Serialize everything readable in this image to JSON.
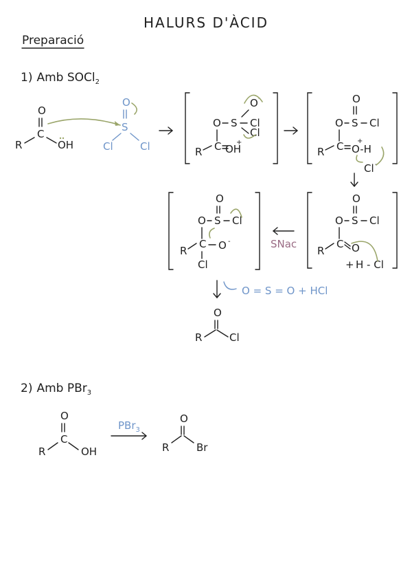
{
  "title": "HALURS D'ÀCID",
  "section": "Preparació",
  "s1": {
    "num": "1)",
    "label": "Amb SOCl",
    "sub": "2",
    "reactant": {
      "O": "O",
      "C": "C",
      "R": "R",
      "OH": "OH"
    },
    "socl2": {
      "O": "O",
      "S": "S",
      "Cl1": "Cl",
      "Cl2": "Cl"
    },
    "int1": {
      "Ominus": "O",
      "minus": "-",
      "O": "O",
      "S": "S",
      "Cl1": "Cl",
      "Cl2": "Cl",
      "R": "R",
      "C": "C",
      "OH": "OH",
      "plus": "+"
    },
    "int2": {
      "O": "O",
      "Otop": "O",
      "S": "S",
      "Cl": "Cl",
      "R": "R",
      "C": "C",
      "OH": "O-H",
      "plus": "+",
      "Clminus": "Cl",
      "minus": "-"
    },
    "int3": {
      "O": "O",
      "Otop": "O",
      "S": "S",
      "Cl": "Cl",
      "R": "R",
      "C": "C",
      "O2": "O",
      "plus": "+",
      "HCl": "H - Cl"
    },
    "snac": "SNac",
    "int4": {
      "O": "O",
      "Otop": "O",
      "S": "S",
      "Cl": "Cl",
      "R": "R",
      "C": "C",
      "Ominus": "O",
      "minus": "-",
      "Cl2": "Cl"
    },
    "byproduct": "O = S = O  +  HCl",
    "product": {
      "O": "O",
      "R": "R",
      "Cl": "Cl"
    }
  },
  "s2": {
    "num": "2)",
    "label": "Amb PBr",
    "sub": "3",
    "reactant": {
      "O": "O",
      "R": "R",
      "C": "C",
      "OH": "OH"
    },
    "reagent": "PBr",
    "reagent_sub": "3",
    "product": {
      "O": "O",
      "R": "R",
      "Br": "Br"
    }
  }
}
